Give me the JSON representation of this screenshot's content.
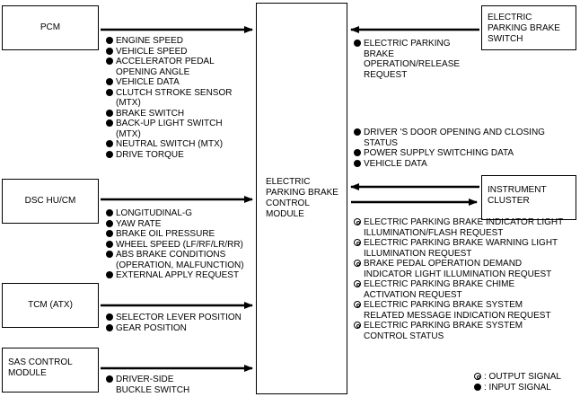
{
  "nodes": {
    "pcm": "PCM",
    "dsc": "DSC HU/CM",
    "tcm": "TCM (ATX)",
    "sas": [
      "SAS CONTROL",
      "MODULE"
    ],
    "epb_module": [
      "ELECTRIC",
      "PARKING BRAKE",
      "CONTROL",
      "MODULE"
    ],
    "epb_switch": [
      "ELECTRIC",
      "PARKING BRAKE",
      "SWITCH"
    ],
    "cluster": [
      "INSTRUMENT",
      "CLUSTER"
    ]
  },
  "signals": {
    "pcm": [
      [
        "ENGINE SPEED"
      ],
      [
        "VEHICLE SPEED"
      ],
      [
        "ACCELERATOR PEDAL",
        "OPENING ANGLE"
      ],
      [
        "VEHICLE DATA"
      ],
      [
        "CLUTCH STROKE SENSOR",
        "(MTX)"
      ],
      [
        "BRAKE SWITCH"
      ],
      [
        "BACK-UP LIGHT SWITCH",
        "(MTX)"
      ],
      [
        "NEUTRAL SWITCH (MTX)"
      ],
      [
        "DRIVE TORQUE"
      ]
    ],
    "dsc": [
      [
        "LONGITUDINAL-G"
      ],
      [
        "YAW RATE"
      ],
      [
        "BRAKE OIL PRESSURE"
      ],
      [
        "WHEEL SPEED (LF/RF/LR/RR)"
      ],
      [
        "ABS BRAKE CONDITIONS",
        "(OPERATION, MALFUNCTION)"
      ],
      [
        "EXTERNAL APPLY REQUEST"
      ]
    ],
    "tcm": [
      [
        "SELECTOR LEVER POSITION"
      ],
      [
        "GEAR POSITION"
      ]
    ],
    "sas": [
      [
        "DRIVER-SIDE",
        "BUCKLE SWITCH"
      ]
    ],
    "epb_switch": [
      [
        "ELECTRIC PARKING",
        "BRAKE",
        "OPERATION/RELEASE",
        "REQUEST"
      ]
    ],
    "cluster_in": [
      [
        "DRIVER 'S DOOR OPENING AND CLOSING",
        "STATUS"
      ],
      [
        "POWER SUPPLY SWITCHING DATA"
      ],
      [
        "VEHICLE DATA"
      ]
    ],
    "cluster_out": [
      [
        "ELECTRIC PARKING BRAKE INDICATOR LIGHT",
        "ILLUMINATION/FLASH REQUEST"
      ],
      [
        "ELECTRIC PARKING BRAKE WARNING LIGHT",
        "ILLUMINATION REQUEST"
      ],
      [
        "BRAKE PEDAL OPERATION DEMAND",
        "INDICATOR LIGHT ILLUMINATION REQUEST"
      ],
      [
        "ELECTRIC PARKING BRAKE CHIME",
        "ACTIVATION REQUEST"
      ],
      [
        "ELECTRIC PARKING BRAKE SYSTEM",
        "RELATED MESSAGE INDICATION REQUEST"
      ],
      [
        "ELECTRIC PARKING BRAKE SYSTEM",
        "CONTROL STATUS"
      ]
    ]
  },
  "legend": {
    "output": ": OUTPUT SIGNAL",
    "input": ": INPUT SIGNAL"
  }
}
